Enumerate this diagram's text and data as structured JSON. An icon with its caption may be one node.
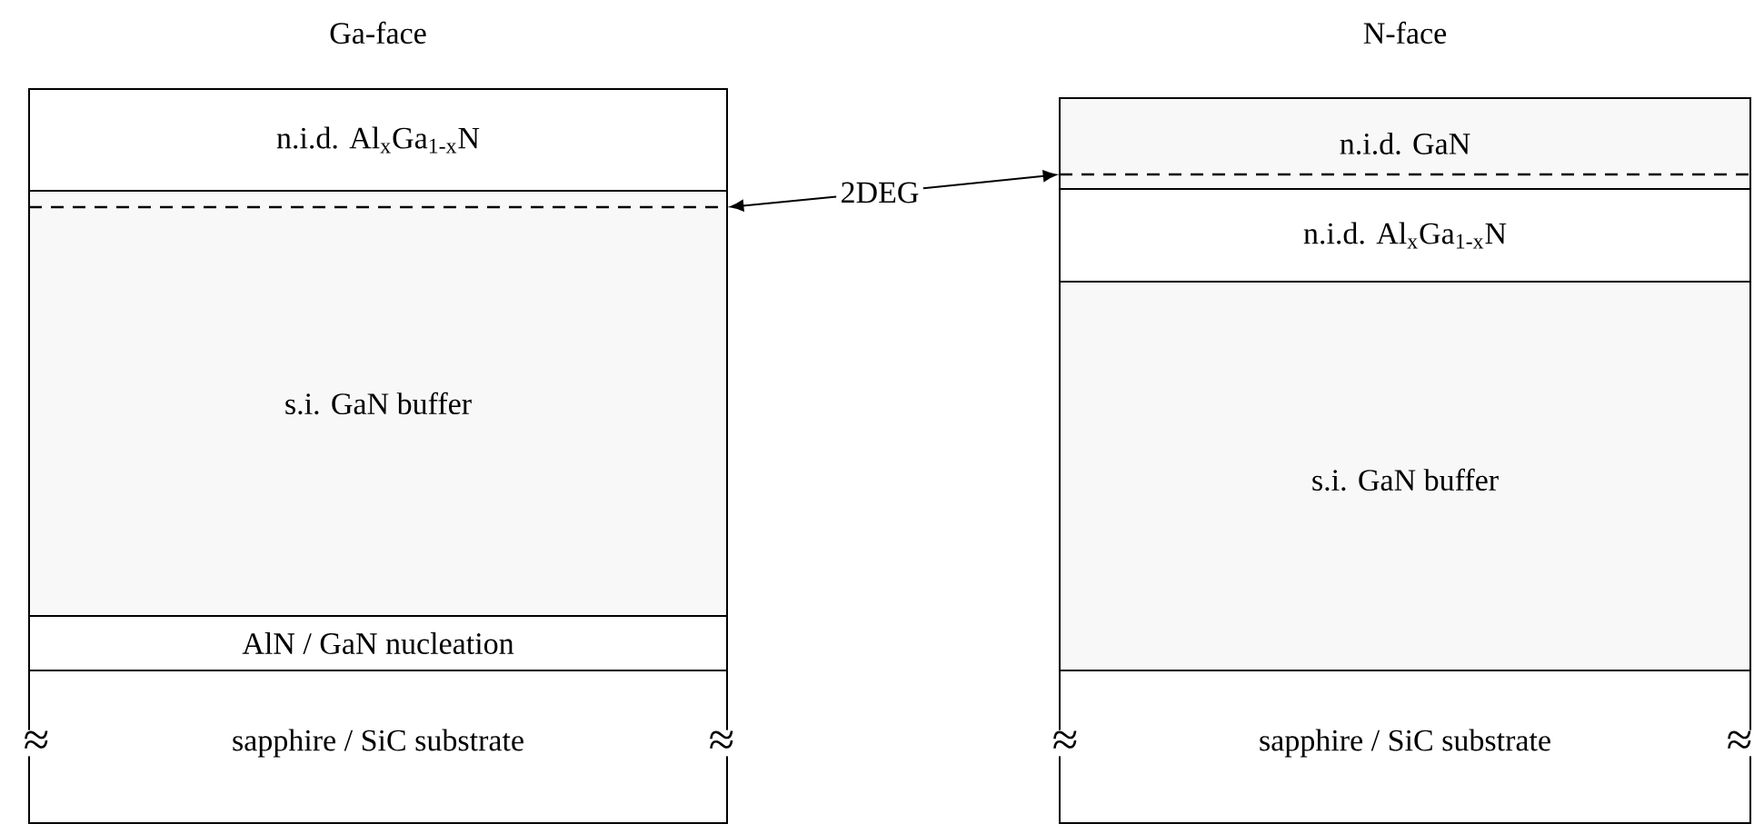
{
  "diagram": {
    "nodes": [
      {
        "text": [
          "n.i.d. Al$_{x}$Ga$_{1-x}$N"
        ]
      },
      {
        "text": [
          "s.i. GaN buffer"
        ]
      },
      {
        "text": [],
        "shape": "line",
        "in": 1
      },
      {
        "text": [
          "AlN / GaN nucleation"
        ]
      },
      {
        "text": [
          "sapphire / SiC substrate"
        ]
      },
      {
        "text": [
          "2DEG"
        ]
      },
      {
        "text": [
          "n.i.d. GaN"
        ]
      },
      {
        "text": [],
        "shape": "line",
        "in": 6
      },
      {
        "text": [
          "n.i.d. Al$_{x}$Ga$_{1-x}$N"
        ]
      },
      {
        "text": [
          "s.i. GaN buffer"
        ]
      },
      {
        "text": [
          "sapphire / SiC substrate"
        ]
      }
    ],
    "edges": [
      {
        "from": 5,
        "to": 2,
        "arrow": "to"
      },
      {
        "from": 5,
        "to": 7,
        "arrow": "to"
      }
    ],
    "labels": [
      "Ga-face",
      "N-face",
      "≈",
      "≈",
      "≈",
      "≈"
    ]
  }
}
